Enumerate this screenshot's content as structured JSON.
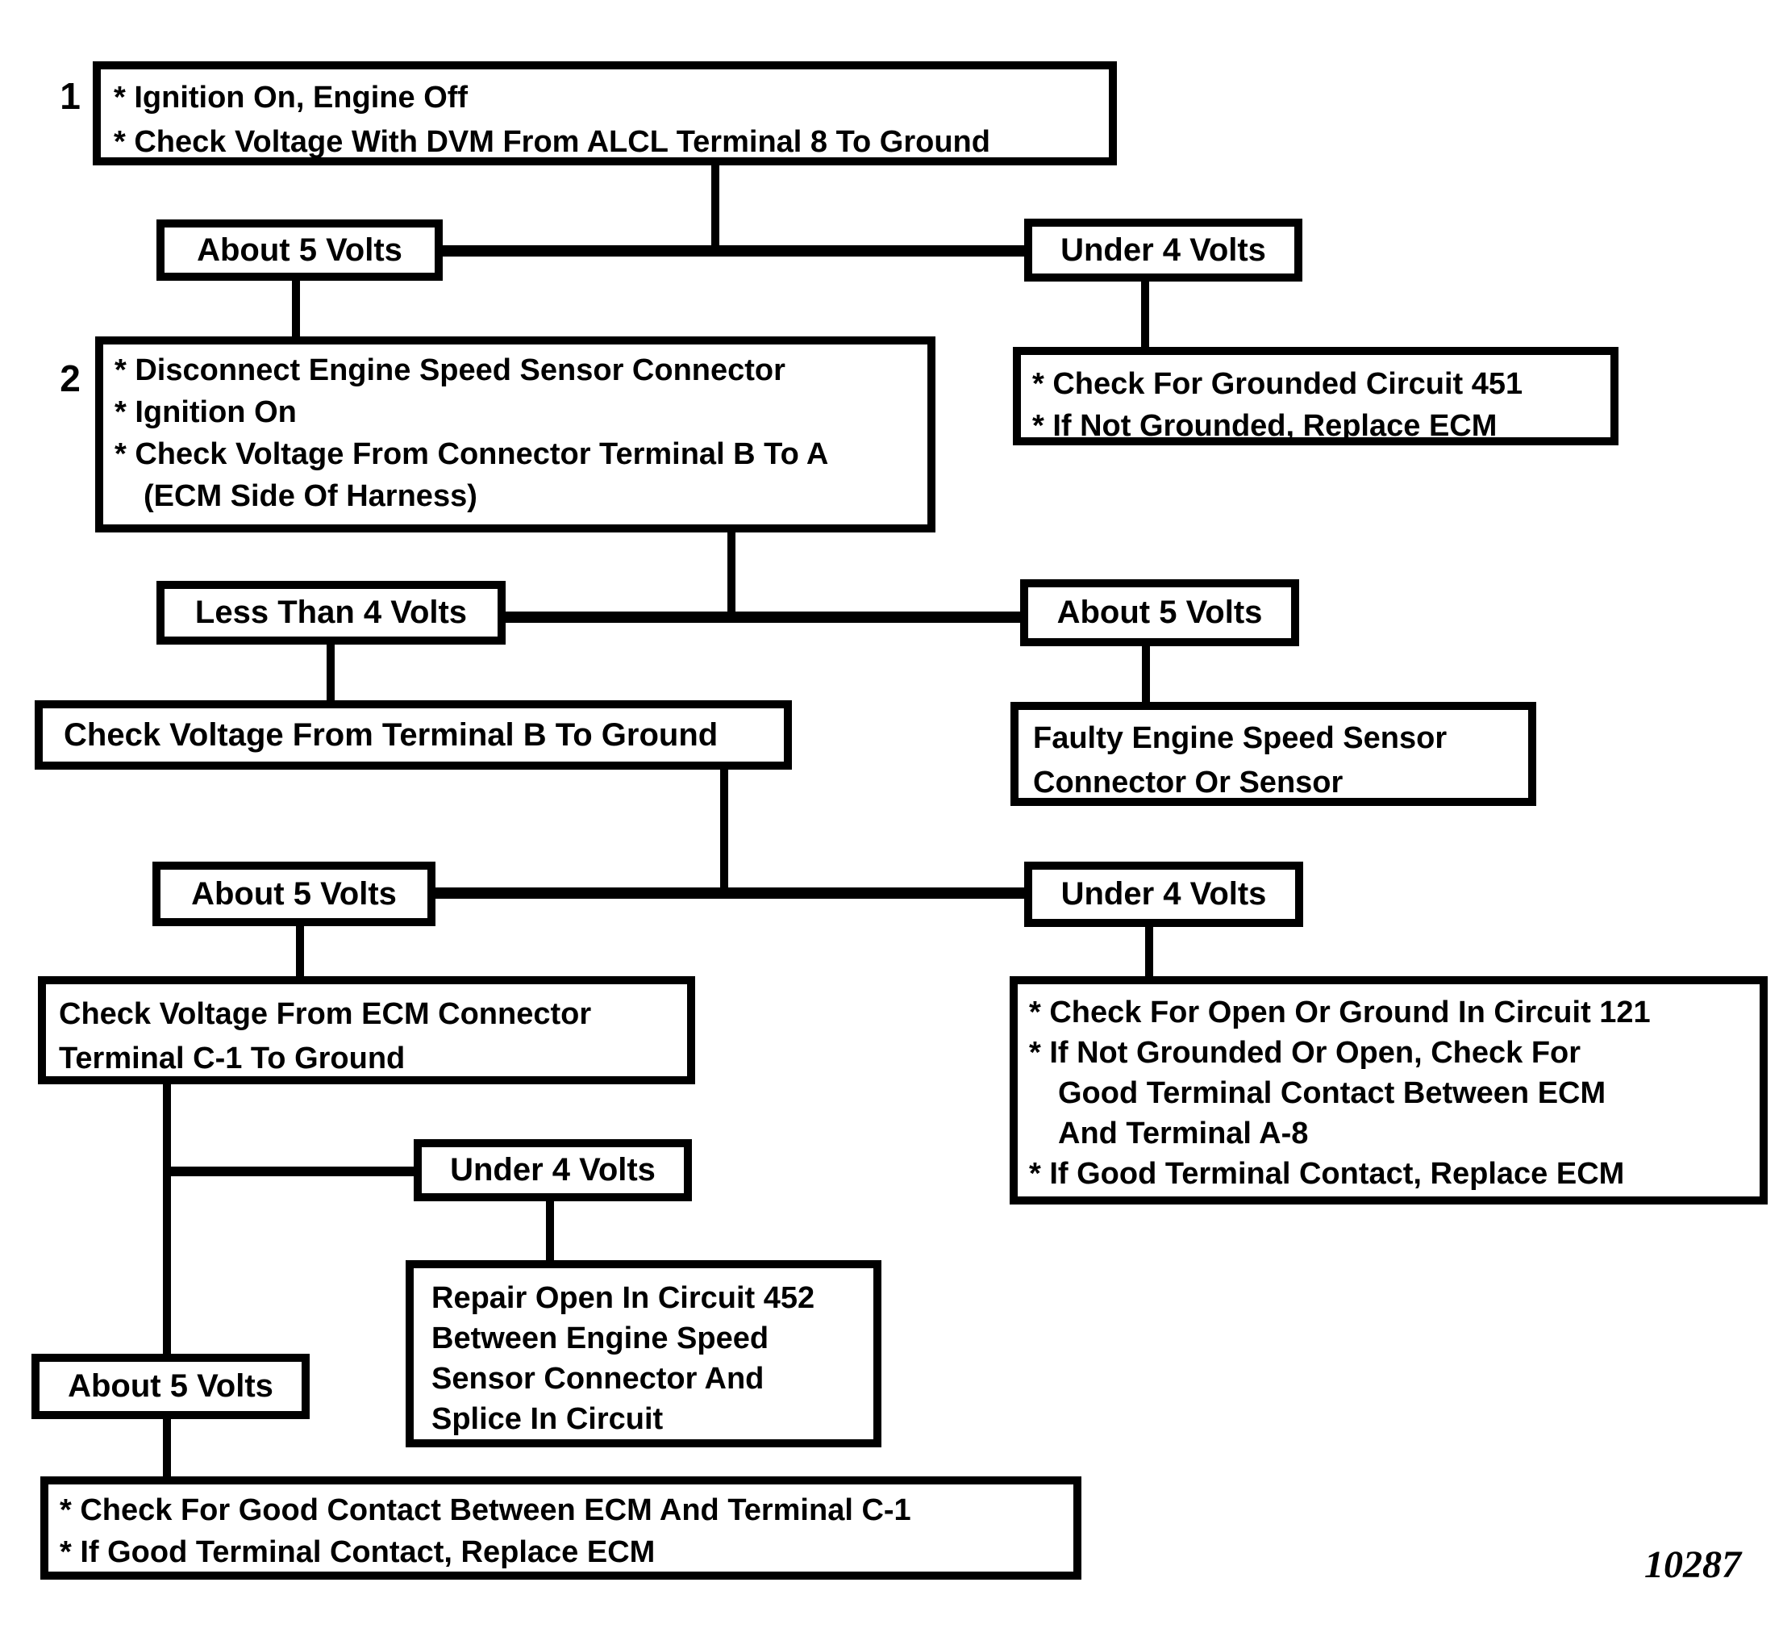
{
  "figure_number": "10287",
  "steps": {
    "one": "1",
    "two": "2"
  },
  "nodes": {
    "step1": {
      "lines": [
        "* Ignition On, Engine Off",
        "* Check Voltage With DVM From ALCL Terminal 8 To Ground"
      ]
    },
    "about5v_a": {
      "label": "About 5 Volts"
    },
    "under4v_a": {
      "label": "Under 4 Volts"
    },
    "step2": {
      "lines": [
        "* Disconnect Engine Speed Sensor Connector",
        "* Ignition On",
        "* Check Voltage From Connector Terminal B To A",
        "(ECM Side Of Harness)"
      ]
    },
    "circuit451": {
      "lines": [
        "* Check For Grounded Circuit 451",
        "* If Not Grounded, Replace ECM"
      ]
    },
    "less4v": {
      "label": "Less Than 4 Volts"
    },
    "about5v_b": {
      "label": "About 5 Volts"
    },
    "terminalB": {
      "label": "Check Voltage From Terminal B To Ground"
    },
    "faulty": {
      "lines": [
        "Faulty Engine Speed Sensor",
        "Connector Or Sensor"
      ]
    },
    "about5v_c": {
      "label": "About 5 Volts"
    },
    "under4v_b": {
      "label": "Under 4 Volts"
    },
    "ecmconn": {
      "lines": [
        "Check Voltage From ECM Connector",
        "Terminal C-1 To Ground"
      ]
    },
    "circuit121": {
      "lines": [
        "* Check For Open Or Ground In Circuit 121",
        "* If Not Grounded Or Open, Check For",
        "Good Terminal Contact Between ECM",
        "And Terminal A-8",
        "* If Good Terminal Contact, Replace ECM"
      ]
    },
    "under4v_c": {
      "label": "Under 4 Volts"
    },
    "repair": {
      "lines": [
        "Repair Open In Circuit 452",
        "Between Engine Speed",
        "Sensor Connector And",
        "Splice In Circuit"
      ]
    },
    "about5v_d": {
      "label": "About 5 Volts"
    },
    "final": {
      "lines": [
        "* Check For Good Contact Between ECM And Terminal C-1",
        "* If Good Terminal Contact, Replace ECM"
      ]
    }
  }
}
